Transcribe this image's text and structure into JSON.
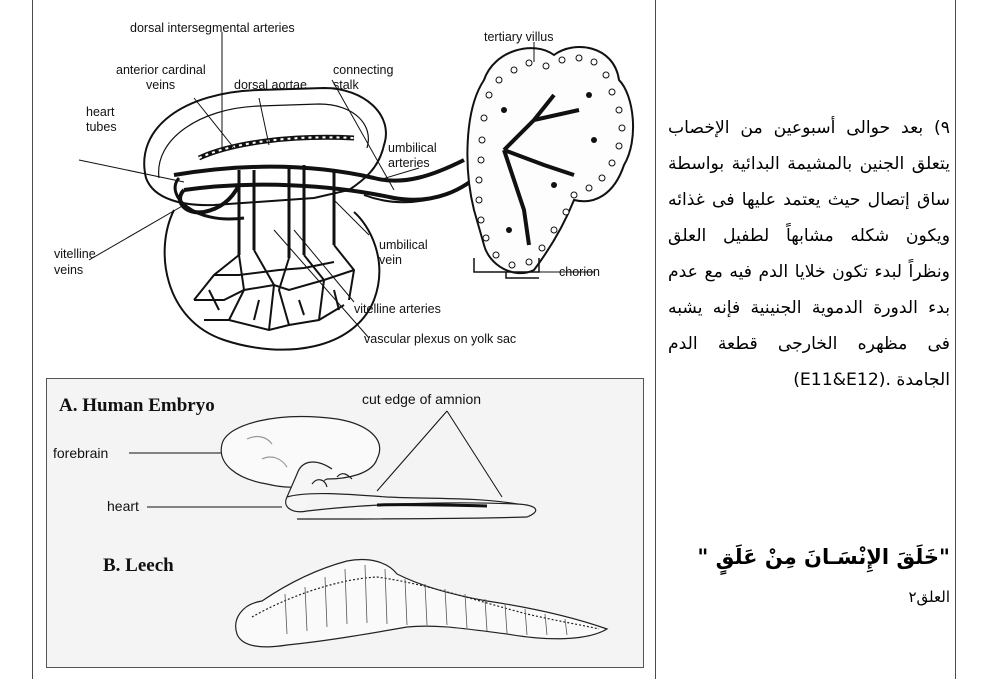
{
  "diagram_circulation": {
    "labels": {
      "dorsal_intersegmental": "dorsal intersegmental arteries",
      "anterior_cardinal_1": "anterior cardinal",
      "anterior_cardinal_2": "veins",
      "dorsal_aortae": "dorsal aortae",
      "connecting_1": "connecting",
      "connecting_2": "stalk",
      "tertiary_villus": "tertiary villus",
      "heart_tubes_1": "heart",
      "heart_tubes_2": "tubes",
      "umbilical_arteries_1": "umbilical",
      "umbilical_arteries_2": "arteries",
      "vitelline_veins_1": "vitelline",
      "vitelline_veins_2": "veins",
      "umbilical_vein_1": "umbilical",
      "umbilical_vein_2": "vein",
      "chorion": "chorion",
      "vitelline_arteries": "vitelline arteries",
      "vascular_plexus": "vascular plexus on yolk sac"
    }
  },
  "diagram_comparison": {
    "title_a": "A. Human Embryo",
    "cut_edge": "cut edge of amnion",
    "forebrain": "forebrain",
    "heart": "heart",
    "title_b": "B. Leech"
  },
  "text": {
    "paragraph": "٩) بعد حوالى أسبوعين من الإخصاب يتعلق الجنين بالمشيمة البدائية بواسطة ساق إتصال حيث يعتمد عليها فى غذائه ويكون شكله مشابهاً لطفيل العلق ونظراً لبدء تكون خلايا الدم فيه مع عدم بدء الدورة الدموية الجنينية فإنه يشبه فى مظهره الخارجى قطعة الدم الجامدة .(E11&E12)",
    "quote": "\"خَلَقَ الإِنْسَـانَ مِنْ عَلَقٍ \"",
    "reference": "العلق٢"
  }
}
